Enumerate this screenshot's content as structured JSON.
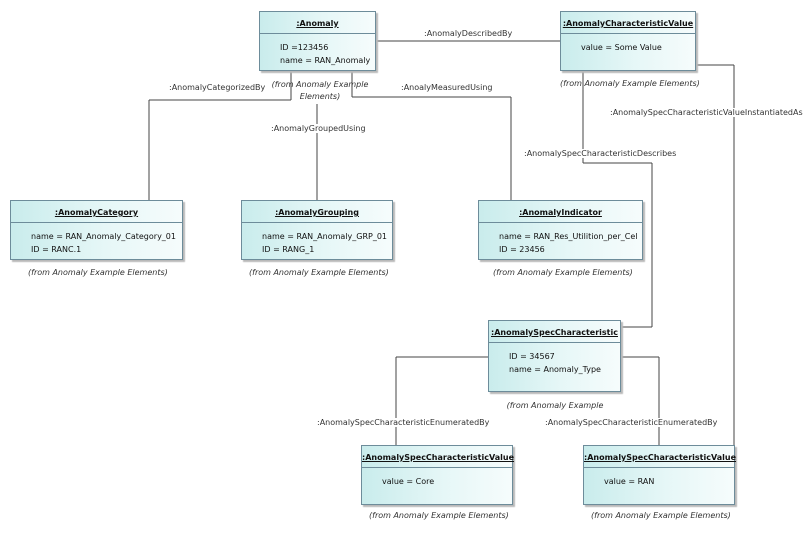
{
  "objects": {
    "anomaly": {
      "title": ":Anomaly",
      "attrs": [
        "ID =123456",
        "name = RAN_Anomaly"
      ],
      "from": "(from Anomaly Example Elements)"
    },
    "acv": {
      "title": ":AnomalyCharacteristicValue",
      "attrs": [
        "value = Some Value"
      ],
      "from": "(from Anomaly Example Elements)"
    },
    "category": {
      "title": ":AnomalyCategory",
      "attrs": [
        "name = RAN_Anomaly_Category_01",
        "ID = RANC.1"
      ],
      "from": "(from Anomaly Example Elements)"
    },
    "grouping": {
      "title": ":AnomalyGrouping",
      "attrs": [
        "name = RAN_Anomaly_GRP_01",
        "ID = RANG_1"
      ],
      "from": "(from Anomaly Example Elements)"
    },
    "indicator": {
      "title": ":AnomalyIndicator",
      "attrs": [
        "name = RAN_Res_Utilition_per_Cel",
        "ID = 23456"
      ],
      "from": "(from Anomaly Example Elements)"
    },
    "spec": {
      "title": ":AnomalySpecCharacteristic",
      "attrs": [
        "ID = 34567",
        "name = Anomaly_Type"
      ],
      "from": "(from Anomaly Example Elements)"
    },
    "scv1": {
      "title": ":AnomalySpecCharacteristicValue",
      "attrs": [
        "value = Core"
      ],
      "from": "(from Anomaly Example Elements)"
    },
    "scv2": {
      "title": ":AnomalySpecCharacteristicValue",
      "attrs": [
        "value = RAN"
      ],
      "from": "(from Anomaly Example Elements)"
    }
  },
  "links": {
    "described_by": ":AnomalyDescribedBy",
    "categorized_by": ":AnomalyCategorizedBy",
    "measured_using": ":AnoalyMeasuredUsing",
    "grouped_using": ":AnomalyGroupedUsing",
    "spec_describes": ":AnomalySpecCharacteristicDescribes",
    "instantiated_as": ":AnomalySpecCharacteristicValueInstantiatedAs",
    "enumerated_by_1": ":AnomalySpecCharacteristicEnumeratedBy",
    "enumerated_by_2": ":AnomalySpecCharacteristicEnumeratedBy"
  }
}
